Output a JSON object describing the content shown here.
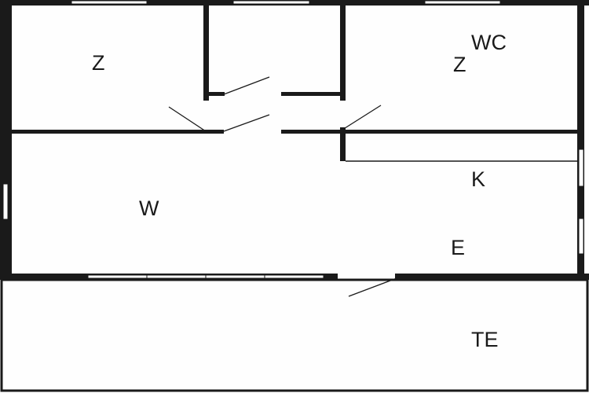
{
  "floor_plan": {
    "rooms": {
      "bedroom_left": "Z",
      "bedroom_right": "Z",
      "wc": "WC",
      "kitchen": "K",
      "living": "W",
      "dining": "E",
      "terrace": "TE"
    }
  }
}
